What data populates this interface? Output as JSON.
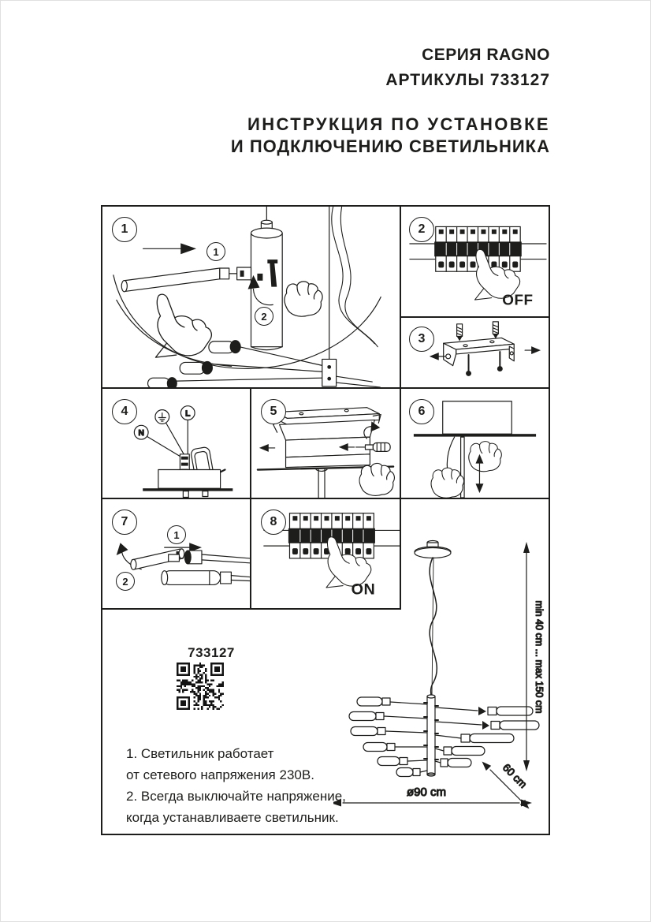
{
  "header": {
    "series": "СЕРИЯ RAGNO",
    "articles": "АРТИКУЛЫ 733127",
    "title_line1": "ИНСТРУКЦИЯ ПО УСТАНОВКЕ",
    "title_line2": "И ПОДКЛЮЧЕНИЮ СВЕТИЛЬНИКА"
  },
  "steps": {
    "s1": {
      "num": "1",
      "badge1": "1",
      "badge2": "2"
    },
    "s2": {
      "num": "2",
      "label": "OFF"
    },
    "s3": {
      "num": "3"
    },
    "s4": {
      "num": "4",
      "wire_n": "N",
      "wire_l": "L"
    },
    "s5": {
      "num": "5"
    },
    "s6": {
      "num": "6"
    },
    "s7": {
      "num": "7",
      "badge1": "1",
      "badge2": "2"
    },
    "s8": {
      "num": "8",
      "label": "ON"
    }
  },
  "product": {
    "article": "733127"
  },
  "dimensions": {
    "height_range": "min 40 cm ... max 150 cm",
    "depth": "60 cm",
    "diameter": "ø90 cm"
  },
  "notes": {
    "lines": [
      "1. Светильник работает",
      "от сетевого напряжения 230В.",
      "2. Всегда выключайте напряжение,",
      "когда устанавливаете светильник."
    ]
  },
  "colors": {
    "ink": "#1d1d1b",
    "paper": "#ffffff"
  }
}
